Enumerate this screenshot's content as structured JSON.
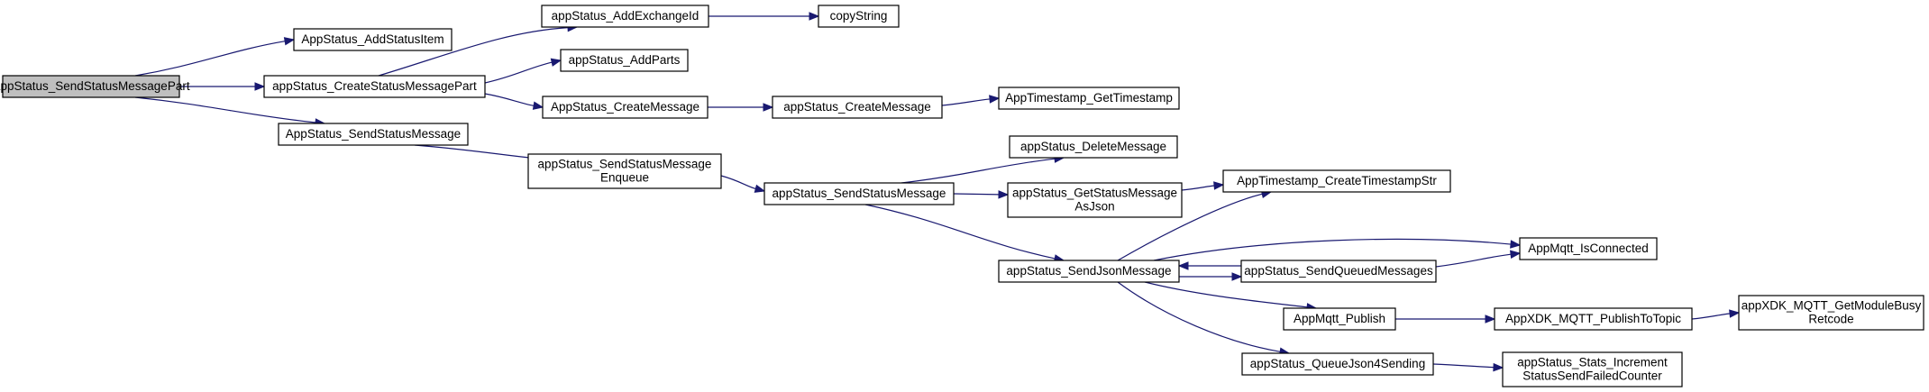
{
  "graph": {
    "root": "AppStatus_SendStatusMessagePart",
    "nodes": [
      {
        "id": "root",
        "lines": [
          "AppStatus_SendStatusMessagePart"
        ],
        "highlighted": true
      },
      {
        "id": "add_status_item",
        "lines": [
          "AppStatus_AddStatusItem"
        ]
      },
      {
        "id": "create_status_message_part",
        "lines": [
          "appStatus_CreateStatusMessagePart"
        ]
      },
      {
        "id": "send_status_message_pub",
        "lines": [
          "AppStatus_SendStatusMessage"
        ]
      },
      {
        "id": "add_exchange_id",
        "lines": [
          "appStatus_AddExchangeId"
        ]
      },
      {
        "id": "copy_string",
        "lines": [
          "copyString"
        ]
      },
      {
        "id": "add_parts",
        "lines": [
          "appStatus_AddParts"
        ]
      },
      {
        "id": "create_message_pub",
        "lines": [
          "AppStatus_CreateMessage"
        ]
      },
      {
        "id": "create_message",
        "lines": [
          "appStatus_CreateMessage"
        ]
      },
      {
        "id": "get_timestamp",
        "lines": [
          "AppTimestamp_GetTimestamp"
        ]
      },
      {
        "id": "send_enqueue",
        "lines": [
          "appStatus_SendStatusMessage",
          "Enqueue"
        ]
      },
      {
        "id": "send_status_message",
        "lines": [
          "appStatus_SendStatusMessage"
        ]
      },
      {
        "id": "delete_message",
        "lines": [
          "appStatus_DeleteMessage"
        ]
      },
      {
        "id": "get_as_json",
        "lines": [
          "appStatus_GetStatusMessage",
          "AsJson"
        ]
      },
      {
        "id": "create_timestamp_str",
        "lines": [
          "AppTimestamp_CreateTimestampStr"
        ]
      },
      {
        "id": "send_json_message",
        "lines": [
          "appStatus_SendJsonMessage"
        ]
      },
      {
        "id": "send_queued",
        "lines": [
          "appStatus_SendQueuedMessages"
        ]
      },
      {
        "id": "is_connected",
        "lines": [
          "AppMqtt_IsConnected"
        ]
      },
      {
        "id": "mqtt_publish",
        "lines": [
          "AppMqtt_Publish"
        ]
      },
      {
        "id": "publish_to_topic",
        "lines": [
          "AppXDK_MQTT_PublishToTopic"
        ]
      },
      {
        "id": "get_module_busy",
        "lines": [
          "appXDK_MQTT_GetModuleBusy",
          "Retcode"
        ]
      },
      {
        "id": "queue_json",
        "lines": [
          "appStatus_QueueJson4Sending"
        ]
      },
      {
        "id": "stats_increment",
        "lines": [
          "appStatus_Stats_Increment",
          "StatusSendFailedCounter"
        ]
      }
    ],
    "edges": [
      [
        "root",
        "add_status_item"
      ],
      [
        "root",
        "create_status_message_part"
      ],
      [
        "root",
        "send_status_message_pub"
      ],
      [
        "create_status_message_part",
        "add_exchange_id"
      ],
      [
        "create_status_message_part",
        "add_parts"
      ],
      [
        "create_status_message_part",
        "create_message_pub"
      ],
      [
        "add_exchange_id",
        "copy_string"
      ],
      [
        "create_message_pub",
        "create_message"
      ],
      [
        "create_message",
        "get_timestamp"
      ],
      [
        "send_status_message_pub",
        "send_enqueue"
      ],
      [
        "send_enqueue",
        "send_status_message"
      ],
      [
        "send_status_message",
        "delete_message"
      ],
      [
        "send_status_message",
        "get_as_json"
      ],
      [
        "send_status_message",
        "send_json_message"
      ],
      [
        "get_as_json",
        "create_timestamp_str"
      ],
      [
        "send_json_message",
        "create_timestamp_str"
      ],
      [
        "send_json_message",
        "is_connected"
      ],
      [
        "send_json_message",
        "send_queued"
      ],
      [
        "send_queued",
        "send_json_message"
      ],
      [
        "send_queued",
        "is_connected"
      ],
      [
        "send_json_message",
        "mqtt_publish"
      ],
      [
        "send_json_message",
        "queue_json"
      ],
      [
        "mqtt_publish",
        "publish_to_topic"
      ],
      [
        "publish_to_topic",
        "get_module_busy"
      ],
      [
        "queue_json",
        "stats_increment"
      ]
    ]
  }
}
